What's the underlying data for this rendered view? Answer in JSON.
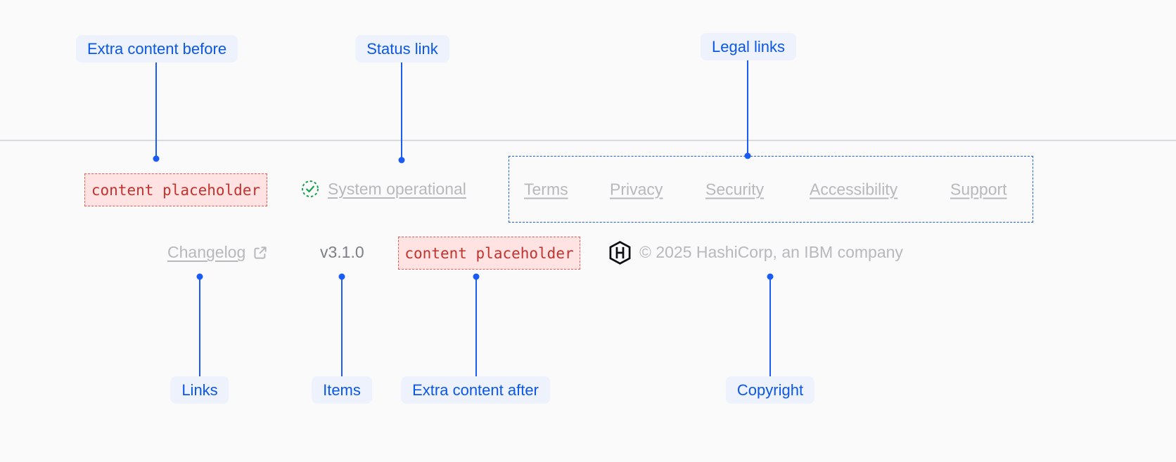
{
  "theme": {
    "canvas_bg": "#fafafa",
    "accent": "#1a5cf3",
    "label_bg": "#edf2fc",
    "label_fg": "#0b57e7",
    "divider": "#d8dade",
    "muted": "#b6b8bc",
    "muted_dark": "#7c8086",
    "success": "#17a24d",
    "danger_fg": "#c0332e",
    "danger_bg": "#ffe2e2",
    "danger_border": "#ee5a52",
    "logo_color": "#0d0e12"
  },
  "annotations": {
    "top": [
      {
        "label": "Extra content before"
      },
      {
        "label": "Status link"
      },
      {
        "label": "Legal links"
      }
    ],
    "bottom": [
      {
        "label": "Links"
      },
      {
        "label": "Items"
      },
      {
        "label": "Extra content after"
      },
      {
        "label": "Copyright"
      }
    ]
  },
  "footer": {
    "extra_content_before": "content placeholder",
    "status_link": {
      "label": "System operational",
      "icon": "check-circle"
    },
    "legal_links": [
      "Terms",
      "Privacy",
      "Security",
      "Accessibility",
      "Support"
    ],
    "links": [
      {
        "label": "Changelog",
        "external": true
      }
    ],
    "items": [
      {
        "label": "v3.1.0"
      }
    ],
    "extra_content_after": "content placeholder",
    "copyright": "© 2025 HashiCorp, an IBM company"
  }
}
